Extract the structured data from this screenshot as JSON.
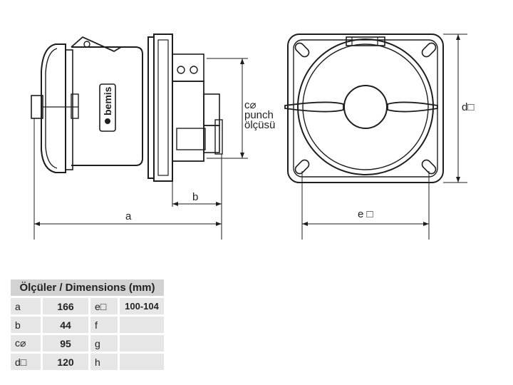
{
  "drawing": {
    "brand_logo": "bemis",
    "labels": {
      "a": "a",
      "b": "b",
      "c_line1": "c⌀",
      "c_line2": "punch",
      "c_line3": "ölçüsü",
      "d": "d□",
      "e": "e □"
    }
  },
  "table": {
    "header": "Ölçüler / Dimensions (mm)",
    "rows": [
      {
        "k1": "a",
        "v1": "166",
        "k2": "e□",
        "v2": "100-104"
      },
      {
        "k1": "b",
        "v1": "44",
        "k2": "f",
        "v2": ""
      },
      {
        "k1": "c⌀",
        "v1": "95",
        "k2": "g",
        "v2": ""
      },
      {
        "k1": "d□",
        "v1": "120",
        "k2": "h",
        "v2": ""
      }
    ]
  },
  "colors": {
    "line": "#1e1e1e",
    "table_header": "#d2d2d2",
    "table_cell": "#e6e6e6"
  }
}
